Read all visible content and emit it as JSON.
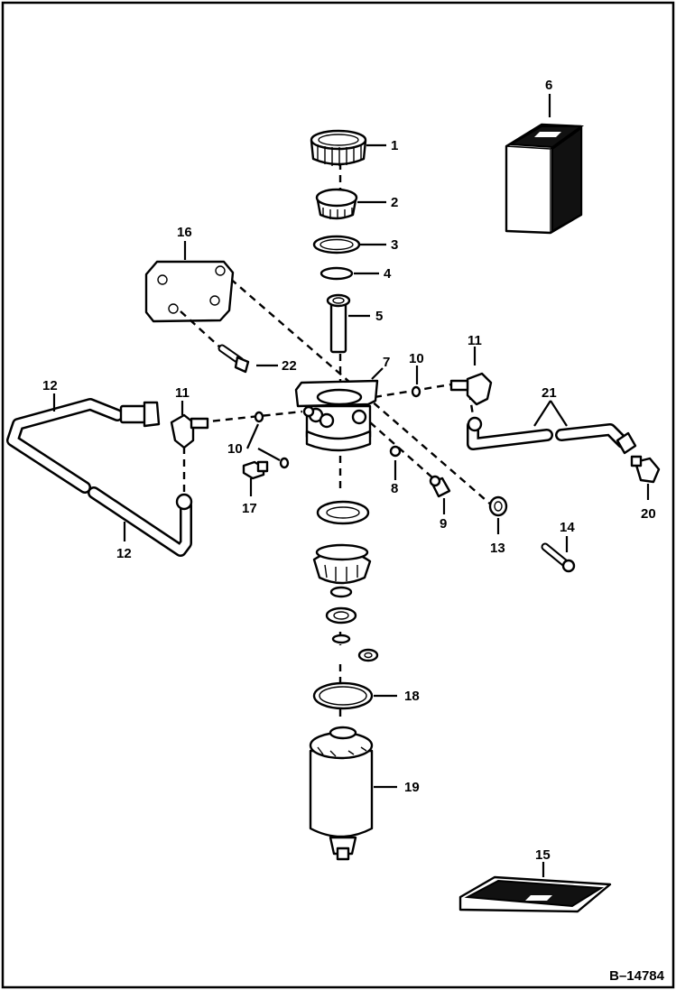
{
  "figure_id": "B–14784",
  "callouts": {
    "c1": "1",
    "c2": "2",
    "c3": "3",
    "c4": "4",
    "c5": "5",
    "c6": "6",
    "c7": "7",
    "c8": "8",
    "c9": "9",
    "c10a": "10",
    "c10b": "10",
    "c11a": "11",
    "c11b": "11",
    "c12a": "12",
    "c12b": "12",
    "c13": "13",
    "c14": "14",
    "c15": "15",
    "c16": "16",
    "c17": "17",
    "c18": "18",
    "c19": "19",
    "c20": "20",
    "c21": "21",
    "c22": "22"
  }
}
